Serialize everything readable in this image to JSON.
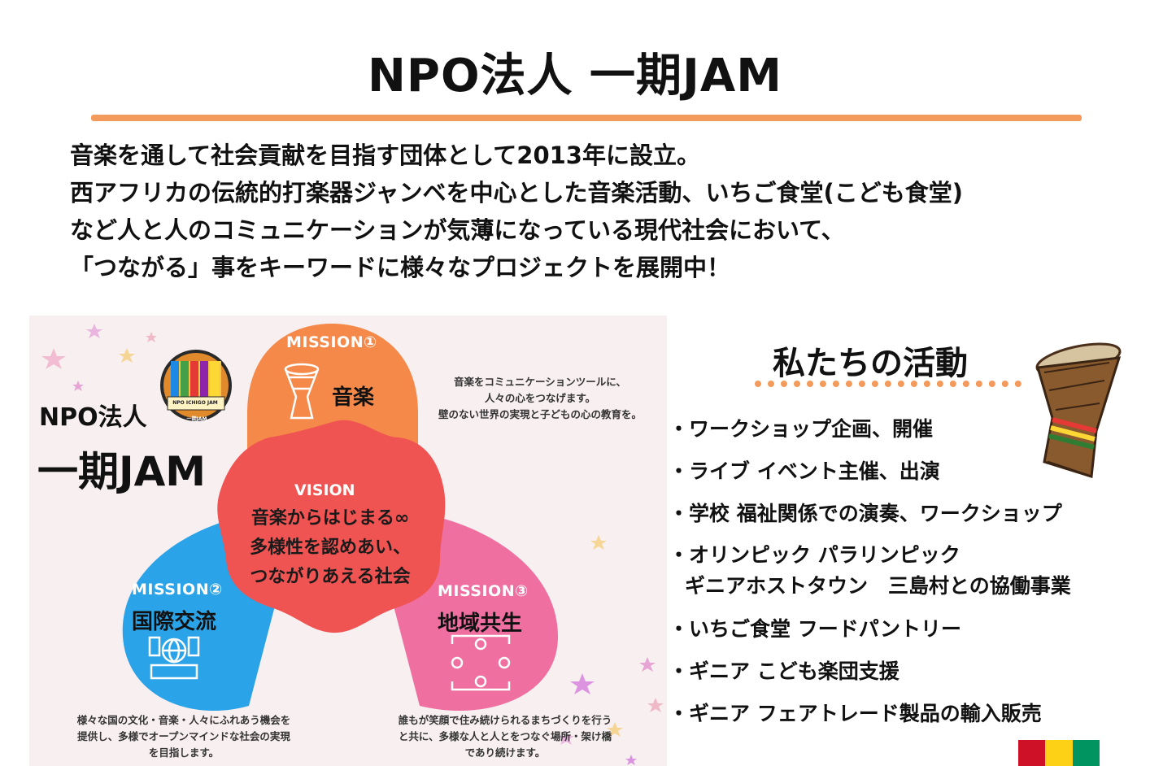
{
  "header": {
    "title": "NPO法人 一期JAM"
  },
  "intro": {
    "lines": [
      "音楽を通して社会貢献を目指す団体として2013年に設立。",
      "西アフリカの伝統的打楽器ジャンベを中心とした音楽活動、いちご食堂(こども食堂)",
      "など人と人のコミュニケーションが気薄になっている現代社会において、",
      "「つながる」事をキーワードに様々なプロジェクトを展開中！"
    ]
  },
  "infographic": {
    "org_name_small": "NPO法人",
    "org_name_big": "一期JAM",
    "logo_text": "NPO ICHIGO JAM",
    "logo_sub": "一期JAM",
    "mission1": {
      "label": "MISSION①",
      "title": "音楽",
      "description": [
        "音楽をコミュニケーションツールに、",
        "人々の心をつなげます。",
        "壁のない世界の実現と子どもの心の教育を。"
      ]
    },
    "mission2": {
      "label": "MISSION②",
      "title": "国際交流",
      "description": [
        "様々な国の文化・音楽・人々にふれあう機会を",
        "提供し、多様でオープンマインドな社会の実現",
        "を目指します。"
      ]
    },
    "mission3": {
      "label": "MISSION③",
      "title": "地域共生",
      "description": [
        "誰もが笑顔で住み続けられるまちづくりを行う",
        "と共に、多様な人と人とをつなぐ場所・架け橋",
        "であり続けます。"
      ]
    },
    "vision": {
      "label": "VISION",
      "lines": [
        "音楽からはじまる∞",
        "多様性を認めあい、",
        "つながりあえる社会"
      ]
    }
  },
  "activities": {
    "heading": "私たちの活動",
    "items": [
      {
        "line1": "・ワークショップ企画、開催"
      },
      {
        "line1": "・ライブ イベント主催、出演"
      },
      {
        "line1": "・学校 福祉関係での演奏、ワークショップ"
      },
      {
        "line1": "・オリンピック パラリンピック",
        "line2": "ギニアホストタウン　三島村との協働事業"
      },
      {
        "line1": "・いちご食堂  フードパントリー"
      },
      {
        "line1": "・ギニア こども楽団支援"
      },
      {
        "line1": "・ギニア フェアトレード製品の輸入販売"
      }
    ]
  },
  "colors": {
    "accent_orange": "#f39a5d",
    "mission1": "#f5894a",
    "mission2": "#2ba3e8",
    "mission3": "#ee6fa0",
    "vision": "#ef5452",
    "flag": [
      "#ce1126",
      "#fcd116",
      "#009460"
    ]
  }
}
